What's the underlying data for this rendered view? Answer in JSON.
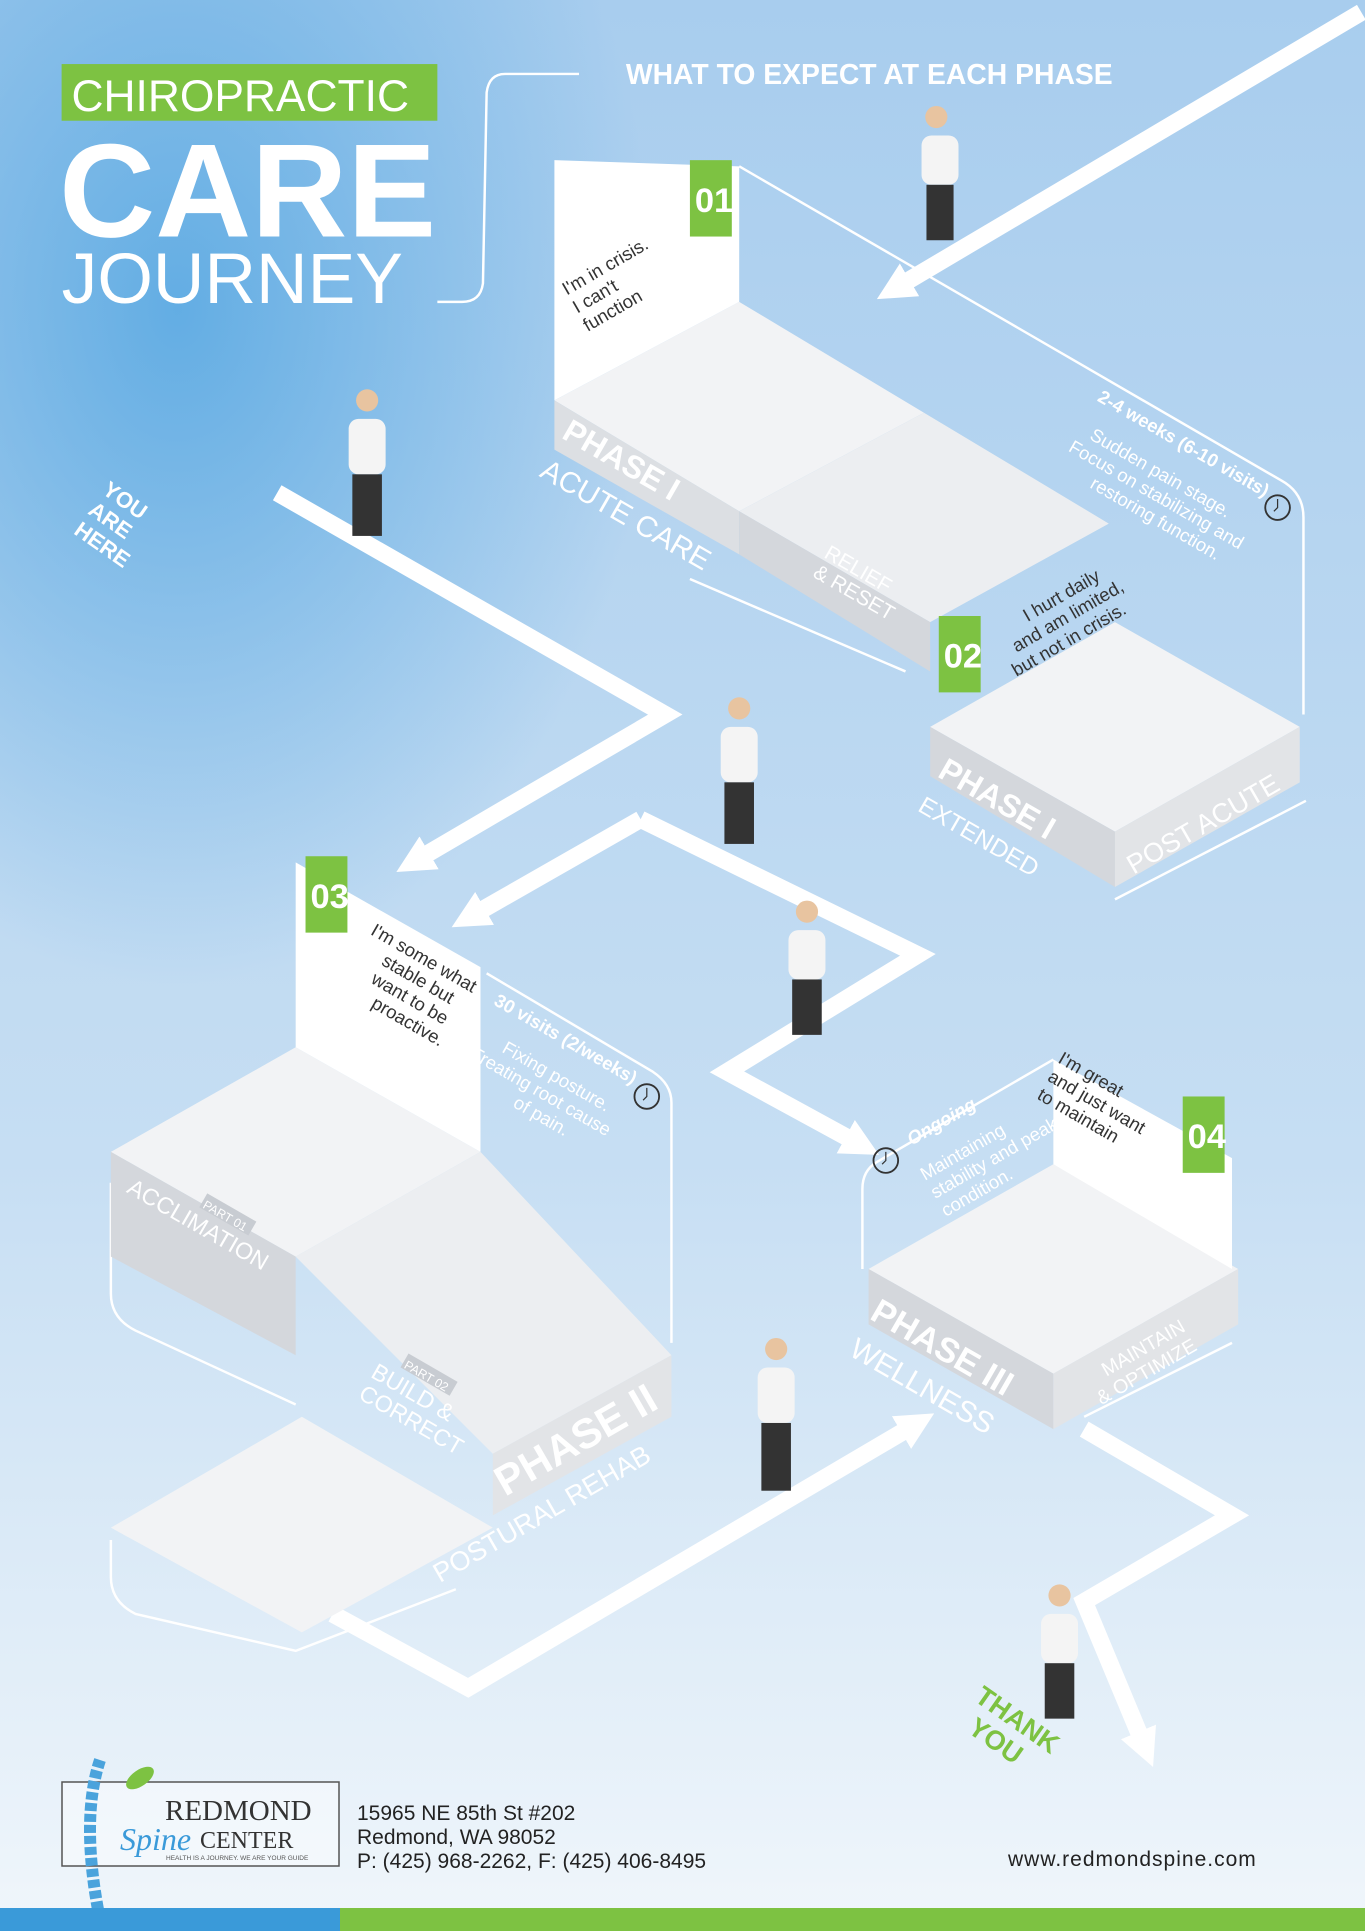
{
  "header": {
    "title_line1": "CHIROPRACTIC",
    "title_line2": "CARE",
    "title_line3": "JOURNEY",
    "subtitle": "WHAT TO EXPECT AT EACH PHASE"
  },
  "start_label": [
    "YOU",
    "ARE",
    "HERE"
  ],
  "phases": [
    {
      "number": "01",
      "title": "PHASE I",
      "name": "ACUTE CARE",
      "sub_stage": [
        "RELIEF",
        "& RESET"
      ],
      "quote": [
        "I'm in crisis.",
        "I can't",
        "function"
      ],
      "duration": "2-4 weeks (6-10 visits)",
      "description": [
        "Sudden pain stage.",
        "Focus on stabilizing and",
        "restoring function."
      ]
    },
    {
      "number": "02",
      "title": "PHASE I",
      "name": "EXTENDED",
      "sub_stage": [
        "POST ACUTE"
      ],
      "quote": [
        "I hurt daily",
        "and am limited,",
        "but not in crisis."
      ]
    },
    {
      "number": "03",
      "title": "PHASE II",
      "name": "POSTURAL REHAB",
      "part1_tag": "PART 01",
      "part1_name": "ACCLIMATION",
      "part2_tag": "PART 02",
      "part2_name": [
        "BUILD &",
        "CORRECT"
      ],
      "quote": [
        "I'm some what",
        "stable but",
        "want to be",
        "proactive."
      ],
      "duration": "30 visits (2/weeks)",
      "description": [
        "Fixing posture.",
        "Treating root cause",
        "of pain."
      ]
    },
    {
      "number": "04",
      "title": "PHASE III",
      "name": "WELLNESS",
      "sub_stage": [
        "MAINTAIN",
        "& OPTIMIZE"
      ],
      "quote": [
        "I'm great",
        "and just want",
        "to maintain"
      ],
      "duration": "Ongoing",
      "description": [
        "Maintaining",
        "stability and peak",
        "condition."
      ]
    }
  ],
  "end_label": [
    "THANK",
    "YOU"
  ],
  "footer": {
    "logo_name1": "REDMOND",
    "logo_name2a": "Spine",
    "logo_name2b": "CENTER",
    "logo_tagline": "HEALTH IS A JOURNEY. WE ARE YOUR GUIDE",
    "address_line1": "15965 NE 85th St #202",
    "address_line2": "Redmond, WA 98052",
    "phone_line": "P: (425) 968-2262, F: (425) 406-8495",
    "website": "www.redmondspine.com"
  },
  "colors": {
    "green": "#7dc242",
    "blue": "#3a9ad9",
    "bg_top": "#a6cdee",
    "bg_bottom": "#eef5fb"
  }
}
